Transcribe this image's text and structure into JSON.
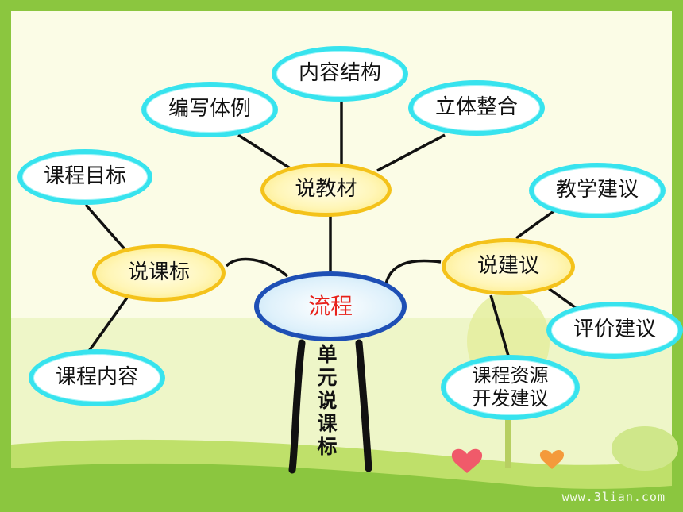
{
  "diagram": {
    "center": "流程",
    "branches": {
      "textbook": {
        "label": "说教材",
        "children": [
          "编写体例",
          "内容结构",
          "立体整合"
        ]
      },
      "standard": {
        "label": "说课标",
        "children": [
          "课程目标",
          "课程内容"
        ]
      },
      "advice": {
        "label": "说建议",
        "children": [
          "教学建议",
          "评价建议",
          "课程资源开发建议"
        ]
      }
    },
    "vertical_label": "单元说课标"
  },
  "watermark": "www.3lian.com",
  "colors": {
    "border_green": "#8bc63f",
    "cyan_border": "#37e3ee",
    "yellow_border": "#f4c21a",
    "center_border": "#1e4fb5",
    "center_text": "#e8211a"
  }
}
